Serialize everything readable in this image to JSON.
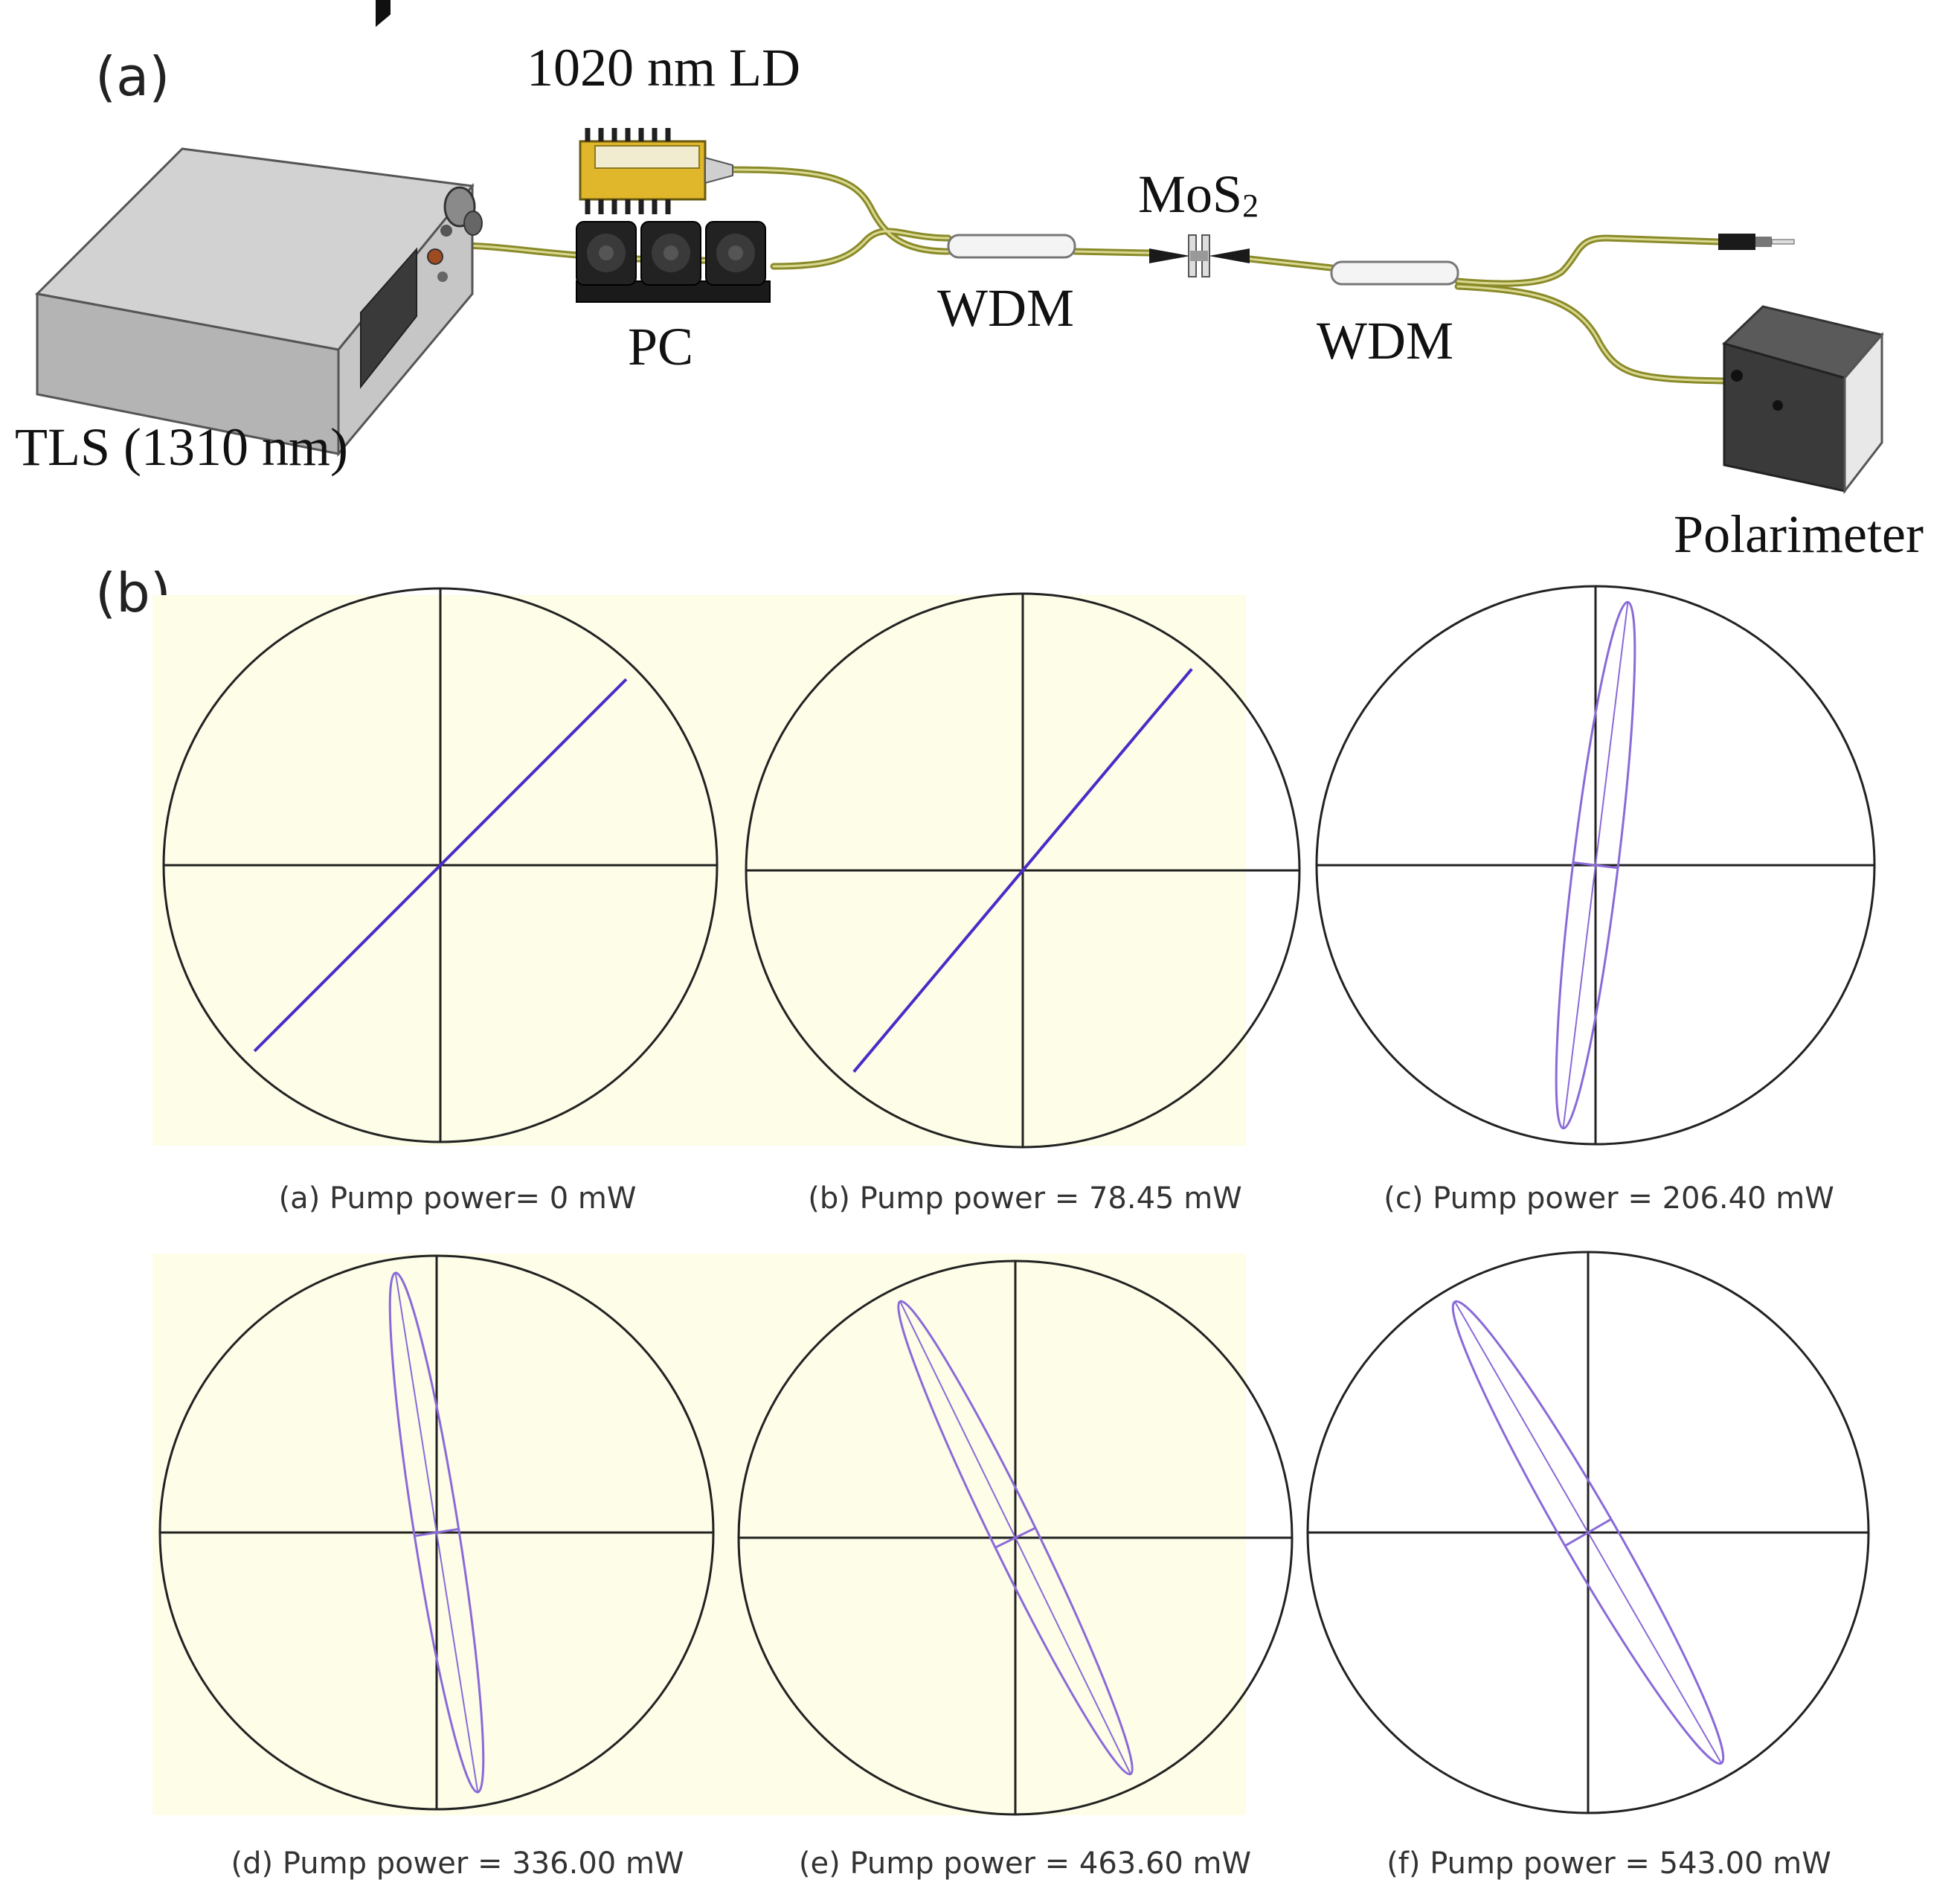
{
  "panel_a": {
    "label": "(a)",
    "labels": {
      "ld": "1020 nm LD",
      "mos2": "MoS",
      "mos2_sub": "2",
      "tls": "TLS (1310 nm)",
      "pc": "PC",
      "wdm1": "WDM",
      "wdm2": "WDM",
      "polarimeter": "Polarimeter"
    }
  },
  "panel_b": {
    "label": "(b)",
    "plots": [
      {
        "caption": "(a)  Pump power= 0 mW",
        "pump_mw": 0,
        "orientation_deg": 45,
        "ellipticity": 0.0
      },
      {
        "caption": "(b) Pump power = 78.45 mW",
        "pump_mw": 78.45,
        "orientation_deg": 50,
        "ellipticity": 0.0
      },
      {
        "caption": "(c) Pump power = 206.40 mW",
        "pump_mw": 206.4,
        "orientation_deg": 83,
        "ellipticity": 0.085
      },
      {
        "caption": "(d) Pump power = 336.00 mW",
        "pump_mw": 336.0,
        "orientation_deg": 99,
        "ellipticity": 0.085
      },
      {
        "caption": "(e) Pump power = 463.60 mW",
        "pump_mw": 463.6,
        "orientation_deg": 116,
        "ellipticity": 0.085
      },
      {
        "caption": "(f) Pump power = 543.00 mW",
        "pump_mw": 543.0,
        "orientation_deg": 120,
        "ellipticity": 0.1
      }
    ]
  },
  "colors": {
    "plot_background": "#fdfde8",
    "trace_linear": "#4b2bc8",
    "trace_ellipse": "#8a6ad8",
    "fiber": "#8a8a2a",
    "axis": "#222222"
  }
}
